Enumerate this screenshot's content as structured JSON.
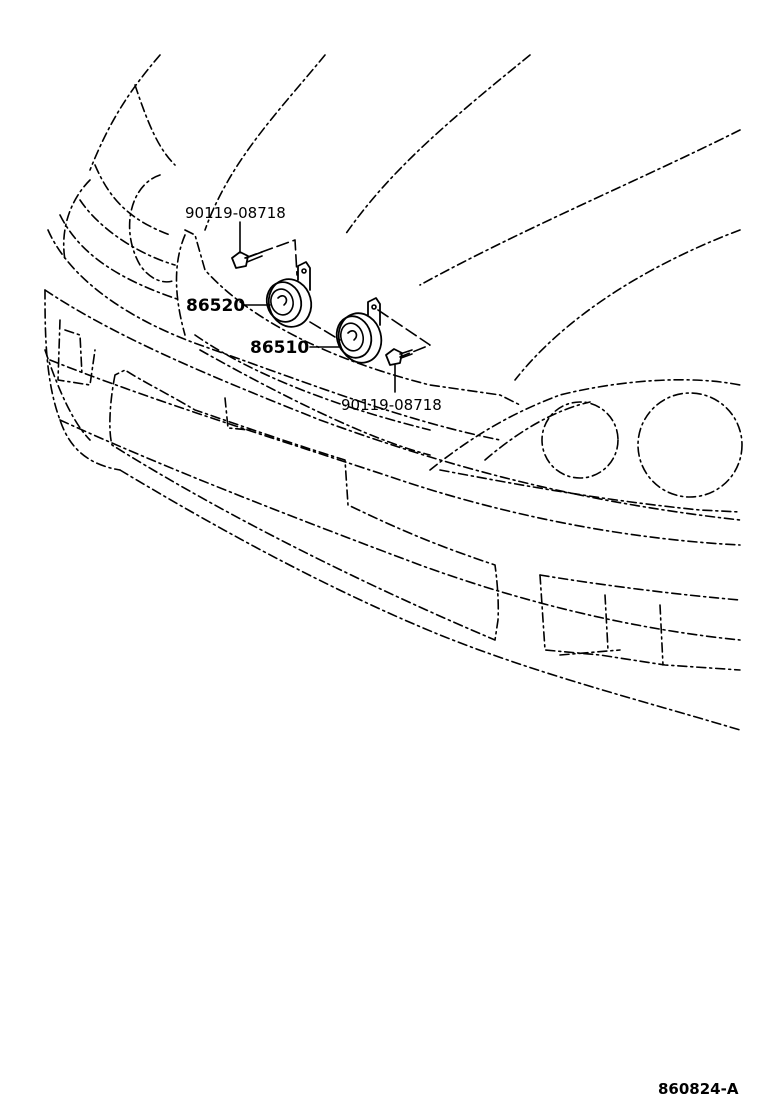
{
  "labels": {
    "bolt_upper": "90119-08718",
    "horn_high": "86520",
    "horn_low": "86510",
    "bolt_lower": "90119-08718"
  },
  "reference": "860824-A"
}
